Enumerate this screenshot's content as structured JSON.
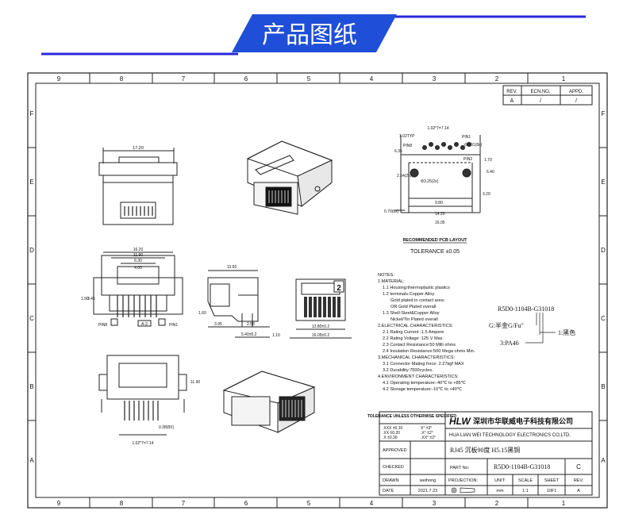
{
  "header": {
    "title": "产品图纸",
    "accent_color": "#1f4fd8",
    "line_color": "#2a2ad8"
  },
  "frame": {
    "col_labels": [
      "9",
      "8",
      "7",
      "6",
      "5",
      "4",
      "3",
      "2",
      "1"
    ],
    "row_labels": [
      "F",
      "E",
      "D",
      "C",
      "B",
      "A"
    ]
  },
  "revision": {
    "headers": [
      "REV.",
      "ECN.NO.",
      "APPD."
    ],
    "row": [
      "A",
      "/",
      "/"
    ]
  },
  "dimensions": {
    "front_width": "17.20",
    "pcb_top": "1.02*7=7.14",
    "pcb_typ": "1.02TYP",
    "pin8": "PIN8",
    "pin1": "PIN1",
    "pin2": "PIN2",
    "d091": "Φ0.91(8x)",
    "d325": "Φ3.25(2x)",
    "d254": "2.54(2x)",
    "d635": "6.35",
    "d640": "6.40",
    "d320": "3.20",
    "d170": "1.70",
    "d980": "9.80",
    "d1420": "14.20",
    "d1605": "16.05",
    "d070": "0.70(8x)",
    "bottom_w1": "16.20",
    "bottom_w2": "11.90",
    "bottom_w3": "6.30",
    "bottom_w4": "4.00",
    "d190": "1.90",
    "d345": "3.45",
    "pin8b": "PIN8",
    "pin1b": "PIN1",
    "a3": "A-3",
    "side_top": "13.60",
    "d160": "1.60",
    "d395": "3.95",
    "d258": "2.58",
    "d540": "5.40±0.2",
    "d110": "1.10",
    "d1380": "13.80±0.2",
    "d1605b": "16.05±0.2",
    "back_pin": "2",
    "d1190": "11.90",
    "d038": "0.38(8X)",
    "pitch": "1.02*7=7.14"
  },
  "layout_title": "RECOMMENDED PCB LAYOUT",
  "tolerance": "TOLERANCE ±0.05",
  "notes": [
    "NOTES:",
    "1.MATERIAL:",
    "  1.1  Housing:thermoplastic plastics",
    "  1.2  terminals:Copper Alloy",
    "          Gold plated in contact area:",
    "          OR Gold  Plated overall",
    "  1.3  Shell:Steel&Copper Alloy",
    "          Nickel/Tin Plated overall",
    "2.ELECTRICAL CHARACTERISTICS:",
    "  2.1  Rating Current :1.5 Ampere",
    "  2.2  Rating Voltage :125 V Max",
    "  2.3  Contact Resistance:50 Milli ohms",
    "  2.4  Insulation Resistance:500 Mega ohms Min.",
    "3.MECHANICAL CHARACTERISTICS:",
    "  3.1  Connector Mating force: 2.27kgf MAX",
    "  3.2  Durability:7500cycles.",
    "4.ENVIRONMENT CHARACTERISTICS:",
    "  4.1  Operating temperature:-40℃ to +85℃",
    "  4.2  Storage temperature:-10℃ to +40℃"
  ],
  "part_code": {
    "code": "R5D0-1104B-G31018",
    "g": "G:半金G/Fu\"",
    "one": "1:黑色",
    "three": "3:PA46"
  },
  "title_block": {
    "tol_title": "TOLERANCE UNLESS OTHERWISE SPECIFIED",
    "tol_rows": [
      [
        ".XXX ±0.10",
        "X°  ±3°"
      ],
      [
        ".XX  ±0.20",
        ".X°  ±2°"
      ],
      [
        ".X   ±0.30",
        ".XX°  ±2°"
      ]
    ],
    "company_logo": "HLW",
    "company_cn": "深圳市华联威电子科技有限公司",
    "company_en": "HUA LIAN WEI TECHNOLOGY ELECTRONICS CO;LTD.",
    "approved": "APPROVED",
    "checked": "CHECKED",
    "drawn": "DRAWN",
    "date": "DATE",
    "drawn_by": "weihong",
    "date_val": "2021.7.23",
    "desc": "RJ45 沉板90度 H5.15黑铜",
    "part_no_label": "PART No:",
    "part_no": "R5D0-1104B-G31018",
    "rev_val": "C",
    "projection": "PROJECTION:",
    "unit_label": "UNIT:",
    "scale_label": "SCALE",
    "sheet_label": "SHEET",
    "rev_label": "REV.",
    "unit": "mm",
    "scale": "1:1",
    "sheet": "10F1",
    "rev": "A"
  }
}
